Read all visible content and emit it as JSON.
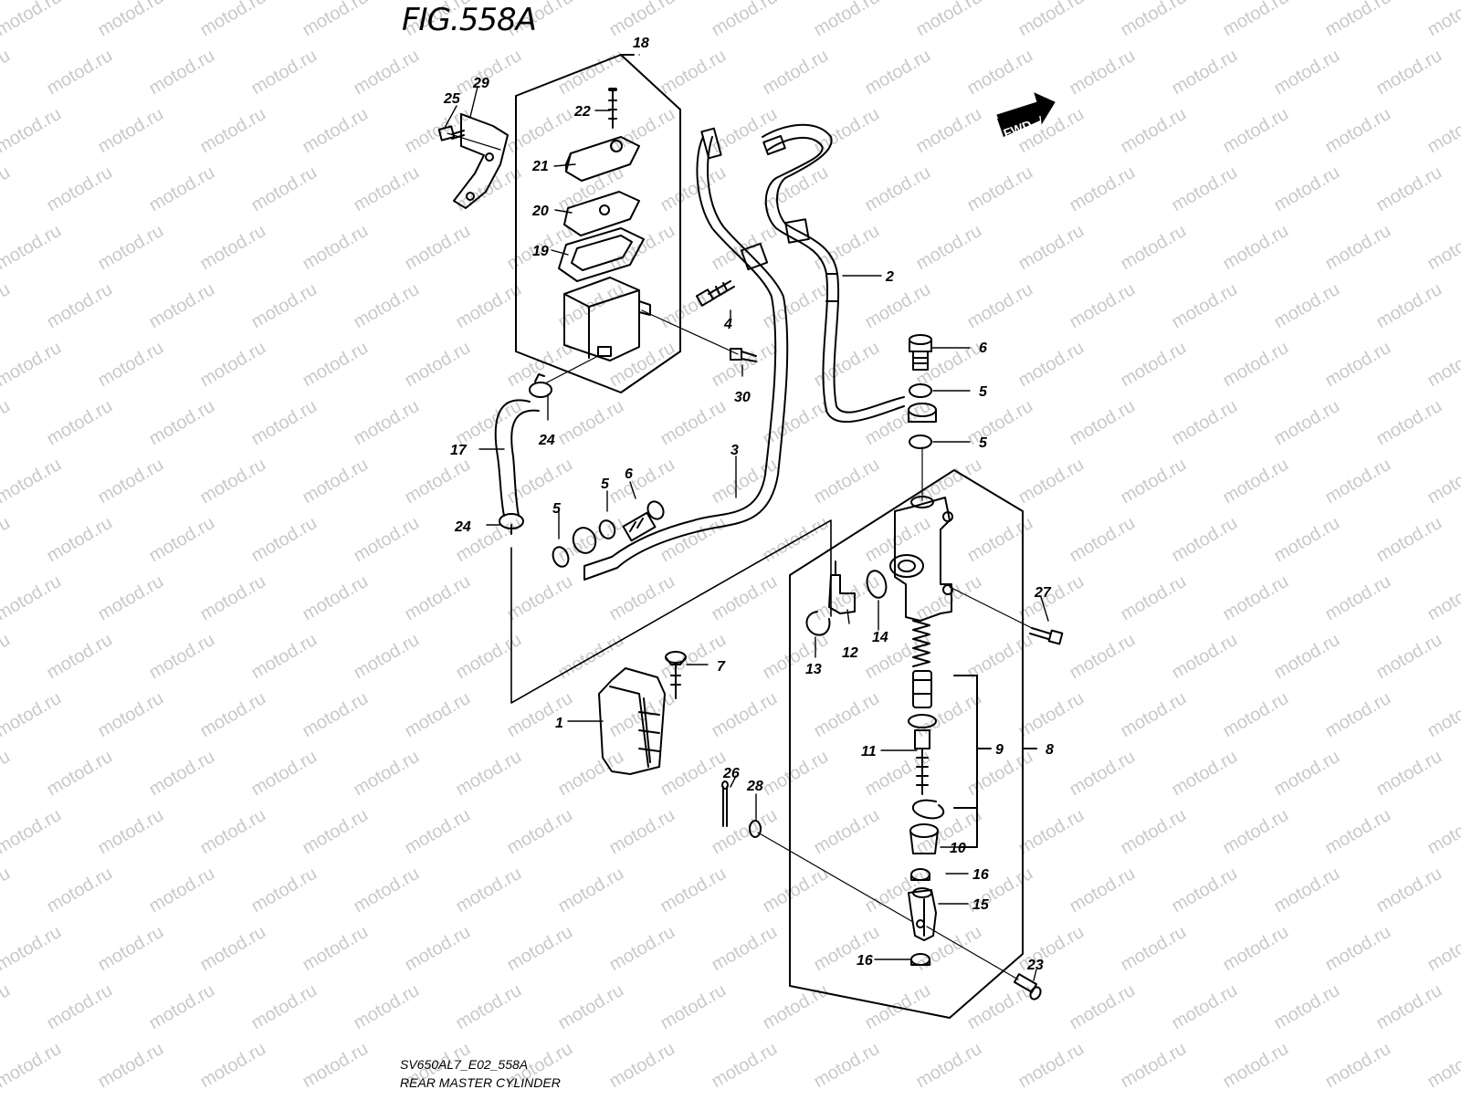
{
  "figure": {
    "title": "FIG.558A",
    "code": "SV650AL7_E02_558A",
    "name": "REAR MASTER CYLINDER"
  },
  "watermark": "motod.ru",
  "direction_badge": "FWD",
  "part_numbers": [
    "1",
    "2",
    "3",
    "4",
    "5",
    "6",
    "7",
    "8",
    "9",
    "10",
    "11",
    "12",
    "13",
    "14",
    "15",
    "16",
    "17",
    "18",
    "19",
    "20",
    "21",
    "22",
    "23",
    "24",
    "25",
    "26",
    "27",
    "28",
    "29",
    "30"
  ]
}
